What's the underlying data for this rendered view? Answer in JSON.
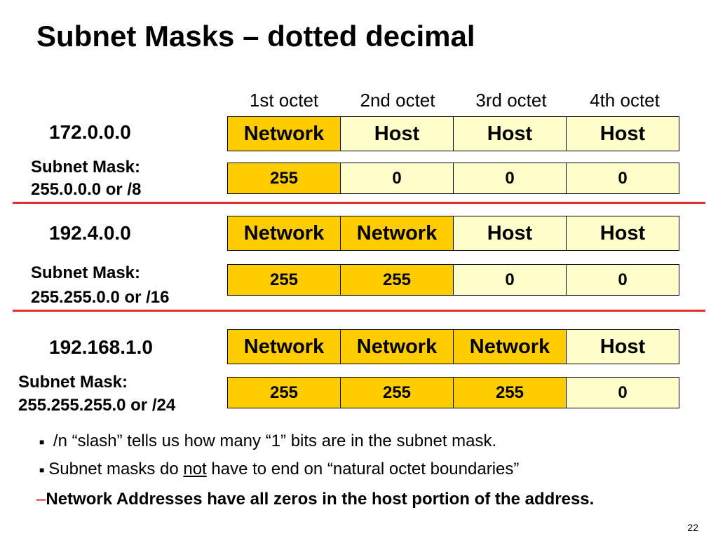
{
  "title": "Subnet Masks – dotted decimal",
  "octet_headers": [
    "1st octet",
    "2nd octet",
    "3rd octet",
    "4th octet"
  ],
  "rows": [
    {
      "address": "172.0.0.0",
      "mask_line1": "Subnet Mask:",
      "mask_line2": "255.0.0.0 or  /8",
      "parts": [
        "Network",
        "Host",
        "Host",
        "Host"
      ],
      "mask": [
        "255",
        "0",
        "0",
        "0"
      ]
    },
    {
      "address": "192.4.0.0",
      "mask_line1": "Subnet Mask:",
      "mask_line2": "255.255.0.0 or /16",
      "parts": [
        "Network",
        "Network",
        "Host",
        "Host"
      ],
      "mask": [
        "255",
        "255",
        "0",
        "0"
      ]
    },
    {
      "address": "192.168.1.0",
      "mask_line1": "Subnet Mask:",
      "mask_line2": "255.255.255.0 or /24",
      "parts": [
        "Network",
        "Network",
        "Network",
        "Host"
      ],
      "mask": [
        "255",
        "255",
        "255",
        "0"
      ]
    }
  ],
  "bullets": {
    "b1": "/n “slash” tells us how many “1” bits are in the subnet mask.",
    "b2_pre": "Subnet masks do ",
    "b2_underlined": "not",
    "b2_post": " have to end on “natural octet boundaries”"
  },
  "note_dash": "–",
  "note": "Network Addresses have all zeros in the host portion of the address.",
  "page_number": "22",
  "colors": {
    "network_fill": "#ffcc00",
    "host_fill": "#ffffcc",
    "divider": "#e03030"
  }
}
